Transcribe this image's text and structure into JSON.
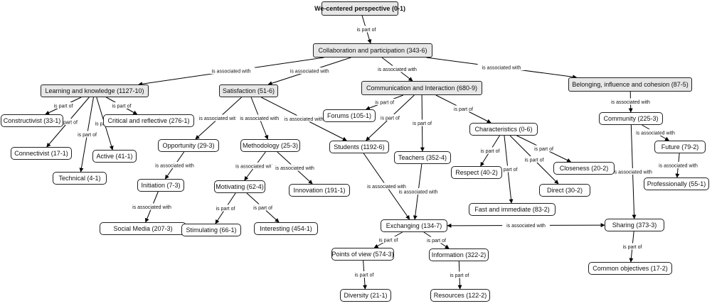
{
  "nodes": {
    "root": "We-centered perspective (0-1)",
    "collab": "Collaboration and participation (343-6)",
    "learning": "Learning and knowledge (1127-10)",
    "satisfaction": "Satisfaction (51-6)",
    "communication": "Communication and Interaction (680-9)",
    "belonging": "Belonging, influence and cohesion (87-5)",
    "constructivist": "Constructivist (33-1)",
    "critical": "Critical and reflective (276-1)",
    "connectivist": "Connectivist (17-1)",
    "active": "Active (41-1)",
    "technical": "Technical (4-1)",
    "opportunity": "Opportunity (29-3)",
    "methodology": "Methodology (25-3)",
    "initiation": "Initiation (7-3)",
    "motivating": "Motivating (62-4)",
    "innovation": "Innovation (191-1)",
    "social": "Social Media (207-3)",
    "stimulating": "Stimulating (66-1)",
    "interesting": "Interesting (454-1)",
    "forums": "Forums (105-1)",
    "students": "Students (1192-6)",
    "teachers": "Teachers (352-4)",
    "characteristics": "Characteristics (0-6)",
    "respect": "Respect (40-2)",
    "closeness": "Closeness (20-2)",
    "direct": "Direct (30-2)",
    "fast": "Fast and immediate (83-2)",
    "community": "Community (225-3)",
    "future": "Future (79-2)",
    "professionally": "Professionally (55-1)",
    "exchanging": "Exchanging (134-7)",
    "sharing": "Sharing (373-3)",
    "pointsofview": "Points of view (574-3)",
    "information": "Information (322-2)",
    "diversity": "Diversity (21-1)",
    "resources": "Resources (122-2)",
    "common": "Common objectives (17-2)"
  },
  "edges": [
    {
      "from": "root",
      "to": "collab",
      "label": "is part of"
    },
    {
      "from": "collab",
      "to": "learning",
      "label": "is associated with"
    },
    {
      "from": "collab",
      "to": "satisfaction",
      "label": "is associated with"
    },
    {
      "from": "collab",
      "to": "communication",
      "label": "is associated with"
    },
    {
      "from": "collab",
      "to": "belonging",
      "label": "is associated with"
    },
    {
      "from": "learning",
      "to": "constructivist",
      "label": "is part of"
    },
    {
      "from": "learning",
      "to": "critical",
      "label": "is part of"
    },
    {
      "from": "learning",
      "to": "connectivist",
      "label": "is part of"
    },
    {
      "from": "learning",
      "to": "active",
      "label": "is part of"
    },
    {
      "from": "learning",
      "to": "technical",
      "label": "is part of"
    },
    {
      "from": "satisfaction",
      "to": "opportunity",
      "label": "is associated with"
    },
    {
      "from": "satisfaction",
      "to": "methodology",
      "label": "is associated with"
    },
    {
      "from": "satisfaction",
      "to": "students",
      "label": "is associated with"
    },
    {
      "from": "opportunity",
      "to": "initiation",
      "label": "is associated with"
    },
    {
      "from": "initiation",
      "to": "social",
      "label": "is associated with"
    },
    {
      "from": "methodology",
      "to": "motivating",
      "label": "is associated with"
    },
    {
      "from": "methodology",
      "to": "innovation",
      "label": "is associated with"
    },
    {
      "from": "motivating",
      "to": "stimulating",
      "label": "is part of"
    },
    {
      "from": "motivating",
      "to": "interesting",
      "label": "is part of"
    },
    {
      "from": "communication",
      "to": "forums",
      "label": "is part of"
    },
    {
      "from": "communication",
      "to": "students",
      "label": "is part of"
    },
    {
      "from": "communication",
      "to": "teachers",
      "label": "is part of"
    },
    {
      "from": "communication",
      "to": "characteristics",
      "label": "is part of"
    },
    {
      "from": "characteristics",
      "to": "respect",
      "label": "is part of"
    },
    {
      "from": "characteristics",
      "to": "closeness",
      "label": "is part of"
    },
    {
      "from": "characteristics",
      "to": "direct",
      "label": "is part of"
    },
    {
      "from": "characteristics",
      "to": "fast",
      "label": "is part of"
    },
    {
      "from": "students",
      "to": "exchanging",
      "label": "is associated with"
    },
    {
      "from": "teachers",
      "to": "exchanging",
      "label": "is associated with"
    },
    {
      "from": "exchanging",
      "to": "sharing",
      "label": "is associated with",
      "bidir": true
    },
    {
      "from": "exchanging",
      "to": "pointsofview",
      "label": "is part of"
    },
    {
      "from": "exchanging",
      "to": "information",
      "label": "is part of"
    },
    {
      "from": "pointsofview",
      "to": "diversity",
      "label": "is part of"
    },
    {
      "from": "information",
      "to": "resources",
      "label": "is part of"
    },
    {
      "from": "belonging",
      "to": "community",
      "label": "is associated with"
    },
    {
      "from": "community",
      "to": "future",
      "label": "is associated with"
    },
    {
      "from": "community",
      "to": "sharing",
      "label": "is associated with"
    },
    {
      "from": "future",
      "to": "professionally",
      "label": "is associated with"
    },
    {
      "from": "sharing",
      "to": "common",
      "label": "is part of"
    }
  ]
}
